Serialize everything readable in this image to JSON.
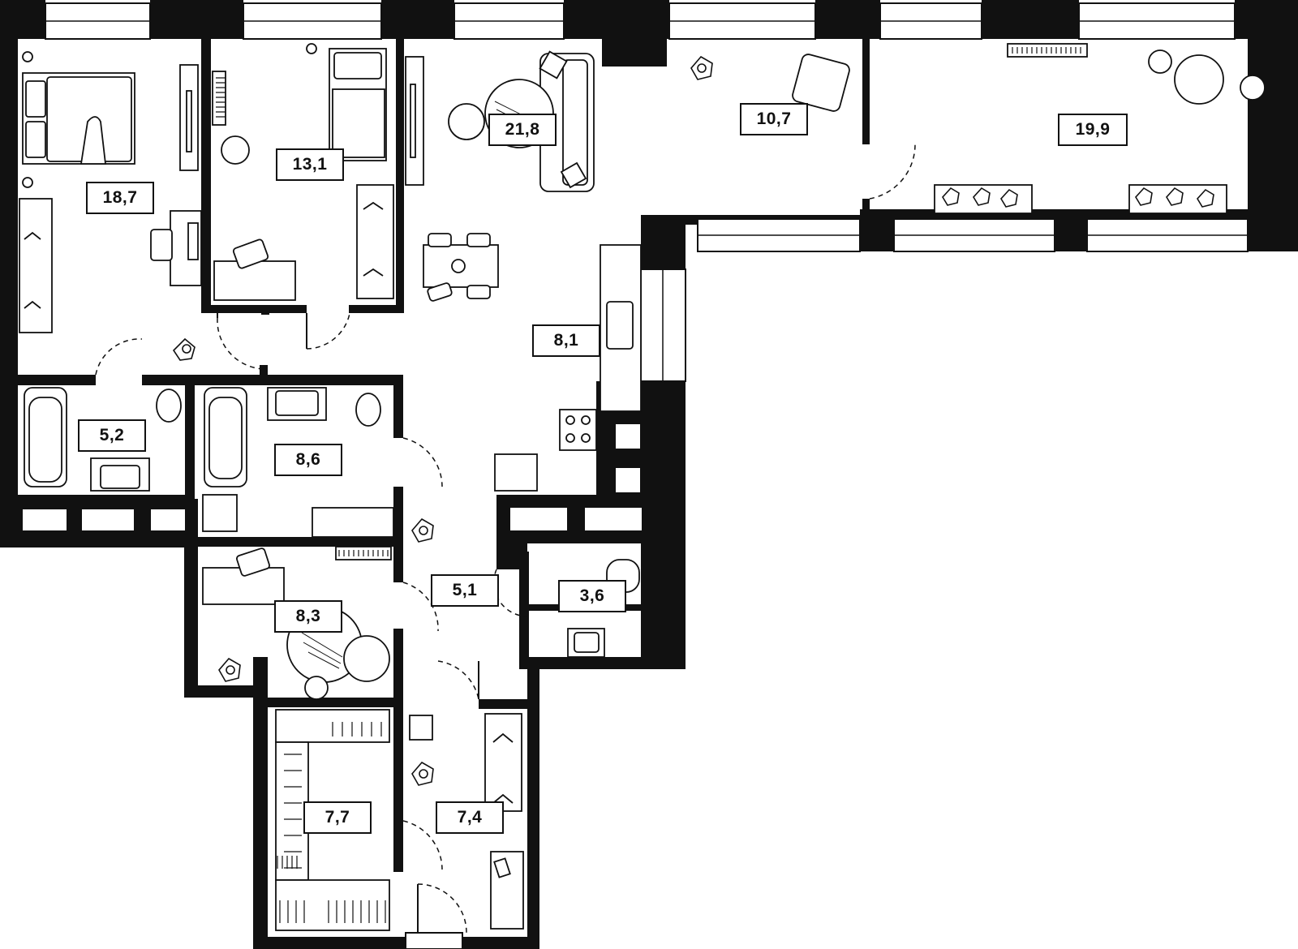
{
  "plan": {
    "colors": {
      "wall": "#111111",
      "floor": "#ffffff",
      "line": "#111111"
    },
    "rooms": [
      {
        "id": "bedroom-1",
        "area": "18,7"
      },
      {
        "id": "bedroom-2",
        "area": "13,1"
      },
      {
        "id": "living-room",
        "area": "21,8"
      },
      {
        "id": "study-corner",
        "area": "10,7"
      },
      {
        "id": "balcony",
        "area": "19,9"
      },
      {
        "id": "kitchen",
        "area": "8,1"
      },
      {
        "id": "bathroom-1",
        "area": "5,2"
      },
      {
        "id": "bathroom-2",
        "area": "8,6"
      },
      {
        "id": "office",
        "area": "8,3"
      },
      {
        "id": "corridor",
        "area": "5,1"
      },
      {
        "id": "toilet",
        "area": "3,6"
      },
      {
        "id": "wardrobe",
        "area": "7,7"
      },
      {
        "id": "hallway",
        "area": "7,4"
      }
    ]
  }
}
